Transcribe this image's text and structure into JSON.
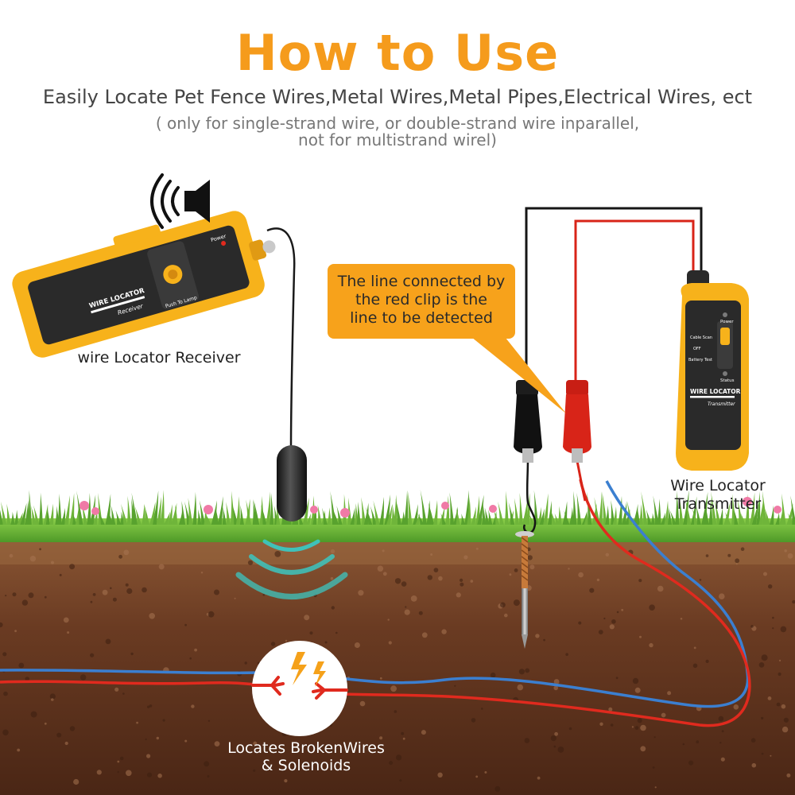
{
  "title": "How to Use",
  "subtitle": "Easily Locate Pet Fence Wires,Metal Wires,Metal Pipes,Electrical Wires, ect",
  "note_line1": "( only for single-strand wire, or double-strand wire inparallel,",
  "note_line2": "not for multistrand wirel)",
  "callout": {
    "line1": "The line connected by",
    "line2": "the red clip is the",
    "line3": "line to be detected"
  },
  "receiver": {
    "label": "wire Locator Receiver",
    "brand": "WIRE LOCATOR",
    "subtitle": "Receiver",
    "power_label": "Power",
    "button_label": "Push To Lamp"
  },
  "transmitter": {
    "label_line1": "Wire Locator",
    "label_line2": "Transmitter",
    "brand": "WIRE LOCATOR",
    "subtitle": "Transmitter",
    "power_label": "Power",
    "status_label": "Status",
    "switch_labels": [
      "Cable Scan",
      "OFF",
      "Battery Test"
    ]
  },
  "broken_label": {
    "line1": "Locates BrokenWires",
    "line2": "& Solenoids"
  },
  "colors": {
    "title_orange": "#f59b1c",
    "device_yellow": "#f7b21b",
    "callout_fill": "#f7a21b",
    "red_wire": "#e02a1e",
    "blue_wire": "#3b7fd0",
    "signal_teal": "#3cc6c0",
    "grass_green": "#6fb53a",
    "soil_brown": "#6a3b22"
  }
}
